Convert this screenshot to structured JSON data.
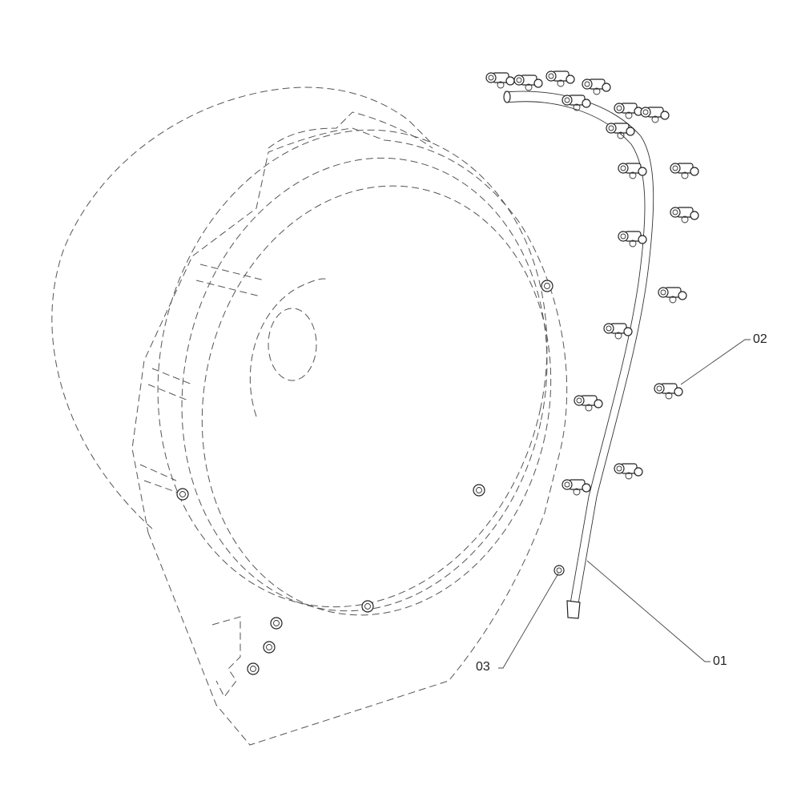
{
  "callouts": {
    "part_01": "01",
    "part_02": "02",
    "part_03": "03"
  },
  "nozzle_count": 18,
  "colors": {
    "line": "#222222",
    "hidden_line": "#555555"
  }
}
